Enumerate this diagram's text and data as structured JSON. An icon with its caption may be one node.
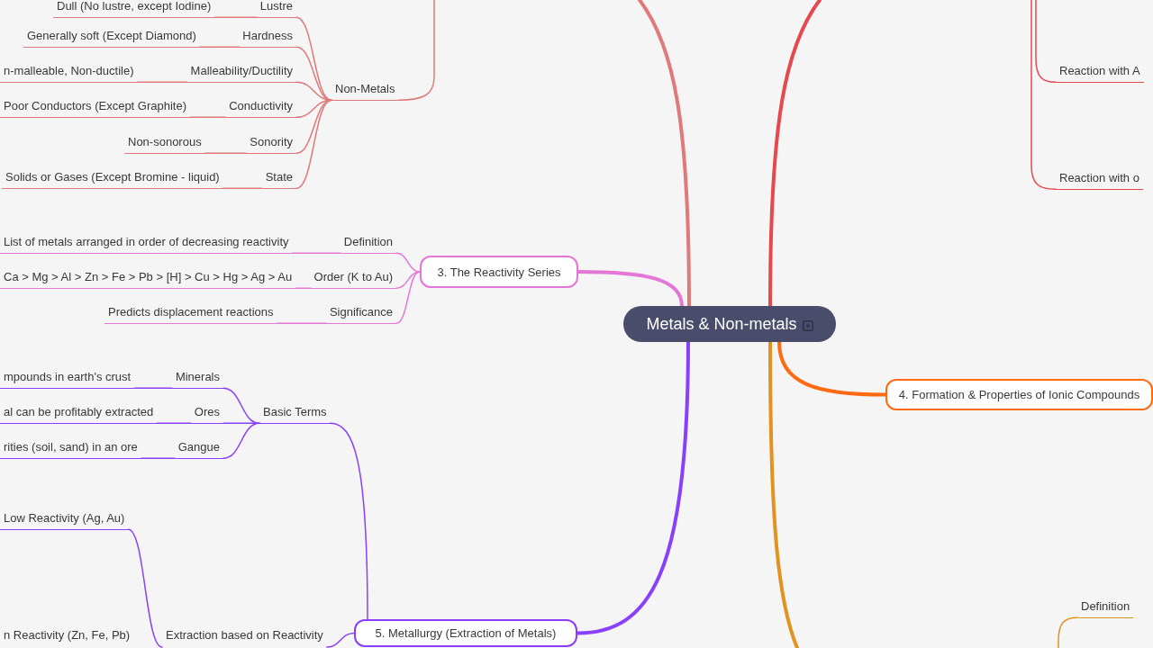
{
  "diagram": {
    "nodes": [
      {
        "text": [
          "Dull (No lustre, except Iodine)"
        ]
      },
      {
        "text": [
          "Lustre"
        ]
      },
      {
        "text": [
          "Generally soft (Except Diamond)"
        ]
      },
      {
        "text": [
          "Hardness"
        ]
      },
      {
        "text": [
          "n-malleable, Non-ductile)"
        ]
      },
      {
        "text": [
          "Malleability/Ductility"
        ]
      },
      {
        "text": [
          "Poor Conductors (Except Graphite)"
        ]
      },
      {
        "text": [
          "Conductivity"
        ]
      },
      {
        "text": [
          "Non-sonorous"
        ]
      },
      {
        "text": [
          "Sonority"
        ]
      },
      {
        "text": [
          "Solids or Gases (Except Bromine - liquid)"
        ]
      },
      {
        "text": [
          "State"
        ]
      },
      {
        "text": [
          "Non-Metals"
        ]
      },
      {
        "text": [
          "List of metals arranged in order of decreasing reactivity"
        ]
      },
      {
        "text": [
          "Definition"
        ]
      },
      {
        "text": [
          "Ca > Mg > Al > Zn > Fe > Pb > [H] > Cu > Hg > Ag > Au"
        ]
      },
      {
        "text": [
          "Order (K to Au)"
        ]
      },
      {
        "text": [
          "Predicts displacement reactions"
        ]
      },
      {
        "text": [
          "Significance"
        ]
      },
      {
        "text": [
          "3. The Reactivity Series"
        ]
      },
      {
        "text": [
          "mpounds in earth's crust"
        ]
      },
      {
        "text": [
          "Minerals"
        ]
      },
      {
        "text": [
          "al can be profitably extracted"
        ]
      },
      {
        "text": [
          "Ores"
        ]
      },
      {
        "text": [
          "rities (soil, sand) in an ore"
        ]
      },
      {
        "text": [
          "Gangue"
        ]
      },
      {
        "text": [
          "Basic Terms"
        ]
      },
      {
        "text": [
          "Low Reactivity (Ag, Au)"
        ]
      },
      {
        "text": [
          "n Reactivity (Zn, Fe, Pb)"
        ]
      },
      {
        "text": [
          "Extraction based on Reactivity"
        ]
      },
      {
        "text": [
          "5. Metallurgy (Extraction of Metals)"
        ]
      },
      {
        "text": [
          "Metals & Non-metals"
        ]
      },
      {
        "text": [
          "4. Formation & Properties of Ionic Compounds"
        ]
      },
      {
        "text": [
          "Reaction with A"
        ]
      },
      {
        "text": [
          "Reaction with o"
        ]
      },
      {
        "text": [
          "Definition"
        ]
      }
    ],
    "edges": [
      {
        "from": 31,
        "to": null,
        "arrow": "none",
        "style": "thick",
        "color": "#e07a7a"
      },
      {
        "from": null,
        "to": 12,
        "arrow": "none",
        "color": "#e07a7a"
      },
      {
        "from": 12,
        "to": 1,
        "arrow": "none",
        "color": "#e07a7a"
      },
      {
        "from": 12,
        "to": 3,
        "arrow": "none",
        "color": "#e07a7a"
      },
      {
        "from": 12,
        "to": 5,
        "arrow": "none",
        "color": "#e07a7a"
      },
      {
        "from": 12,
        "to": 7,
        "arrow": "none",
        "color": "#e07a7a"
      },
      {
        "from": 12,
        "to": 9,
        "arrow": "none",
        "color": "#e07a7a"
      },
      {
        "from": 12,
        "to": 11,
        "arrow": "none",
        "color": "#e07a7a"
      },
      {
        "from": 1,
        "to": 0,
        "arrow": "none",
        "color": "#e07a7a"
      },
      {
        "from": 3,
        "to": 2,
        "arrow": "none",
        "color": "#e07a7a"
      },
      {
        "from": 5,
        "to": 4,
        "arrow": "none",
        "color": "#e07a7a"
      },
      {
        "from": 7,
        "to": 6,
        "arrow": "none",
        "color": "#e07a7a"
      },
      {
        "from": 9,
        "to": 8,
        "arrow": "none",
        "color": "#e07a7a"
      },
      {
        "from": 11,
        "to": 10,
        "arrow": "none",
        "color": "#e07a7a"
      },
      {
        "from": 31,
        "to": null,
        "arrow": "none",
        "style": "thick",
        "color": "#e5484d"
      },
      {
        "from": null,
        "to": 33,
        "arrow": "none",
        "color": "#e5484d"
      },
      {
        "from": null,
        "to": 34,
        "arrow": "none",
        "color": "#e5484d"
      },
      {
        "from": 31,
        "to": 19,
        "arrow": "none",
        "style": "thick",
        "color": "#e476d6"
      },
      {
        "from": 19,
        "to": 14,
        "arrow": "none",
        "color": "#e476d6"
      },
      {
        "from": 19,
        "to": 16,
        "arrow": "none",
        "color": "#e476d6"
      },
      {
        "from": 19,
        "to": 18,
        "arrow": "none",
        "color": "#e476d6"
      },
      {
        "from": 14,
        "to": 13,
        "arrow": "none",
        "color": "#e476d6"
      },
      {
        "from": 16,
        "to": 15,
        "arrow": "none",
        "color": "#e476d6"
      },
      {
        "from": 18,
        "to": 17,
        "arrow": "none",
        "color": "#e476d6"
      },
      {
        "from": 31,
        "to": 32,
        "arrow": "none",
        "style": "thick",
        "color": "#ff6a13"
      },
      {
        "from": 31,
        "to": 30,
        "arrow": "none",
        "style": "thick",
        "color": "#8a3ffc"
      },
      {
        "from": 30,
        "to": 26,
        "arrow": "none",
        "color": "#8a3ffc"
      },
      {
        "from": 26,
        "to": 21,
        "arrow": "none",
        "color": "#8a3ffc"
      },
      {
        "from": 26,
        "to": 23,
        "arrow": "none",
        "color": "#8a3ffc"
      },
      {
        "from": 26,
        "to": 25,
        "arrow": "none",
        "color": "#8a3ffc"
      },
      {
        "from": 21,
        "to": 20,
        "arrow": "none",
        "color": "#8a3ffc"
      },
      {
        "from": 23,
        "to": 22,
        "arrow": "none",
        "color": "#8a3ffc"
      },
      {
        "from": 25,
        "to": 24,
        "arrow": "none",
        "color": "#8a3ffc"
      },
      {
        "from": 30,
        "to": 29,
        "arrow": "none",
        "color": "#8a3ffc"
      },
      {
        "from": 29,
        "to": 27,
        "arrow": "none",
        "color": "#8a3ffc"
      },
      {
        "from": 31,
        "to": null,
        "arrow": "none",
        "style": "thick",
        "color": "#e2921f"
      },
      {
        "from": null,
        "to": 35,
        "arrow": "none",
        "color": "#e2921f"
      }
    ]
  }
}
